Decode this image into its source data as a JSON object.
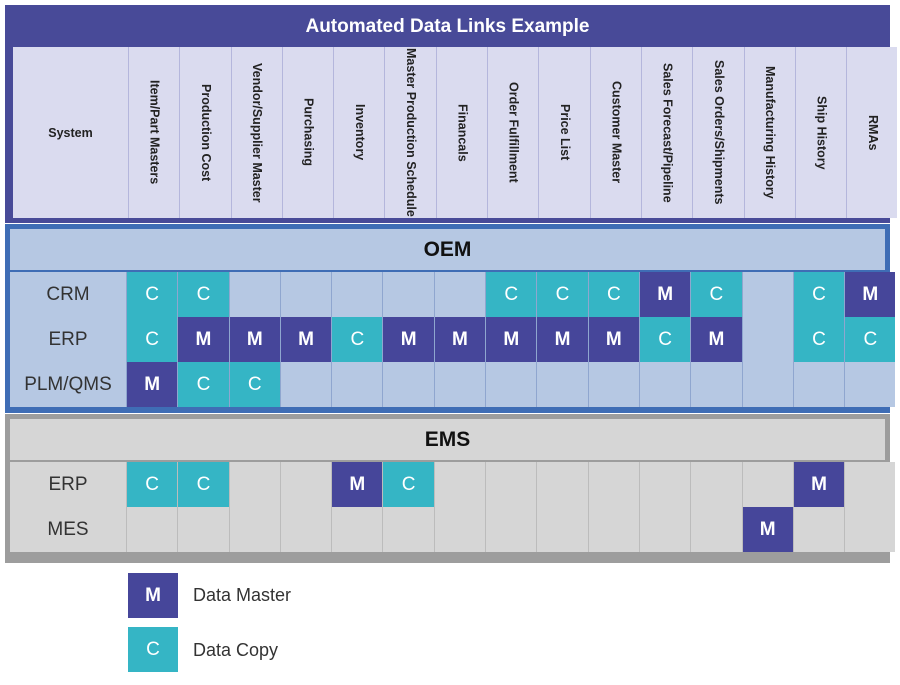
{
  "title": "Automated Data Links Example",
  "system_header": "System",
  "columns": [
    "Item/Part Masters",
    "Production Cost",
    "Vendor/Supplier Master",
    "Purchasing",
    "Inventory",
    "Master Production Schedule",
    "Financals",
    "Order Fulfillment",
    "Price List",
    "Customer Master",
    "Sales Forecast/Pipeline",
    "Sales Orders/Shipments",
    "Manufacturing History",
    "Ship History",
    "RMAs"
  ],
  "sections": [
    {
      "label": "OEM",
      "rows": [
        {
          "system": "CRM",
          "cells": [
            "C",
            "C",
            "",
            "",
            "",
            "",
            "",
            "C",
            "C",
            "C",
            "M",
            "C",
            "",
            "C",
            "M"
          ]
        },
        {
          "system": "ERP",
          "cells": [
            "C",
            "M",
            "M",
            "M",
            "C",
            "M",
            "M",
            "M",
            "M",
            "M",
            "C",
            "M",
            "",
            "C",
            "C"
          ]
        },
        {
          "system": "PLM/QMS",
          "cells": [
            "M",
            "C",
            "C",
            "",
            "",
            "",
            "",
            "",
            "",
            "",
            "",
            "",
            "",
            "",
            ""
          ]
        }
      ]
    },
    {
      "label": "EMS",
      "rows": [
        {
          "system": "ERP",
          "cells": [
            "C",
            "C",
            "",
            "",
            "M",
            "C",
            "",
            "",
            "",
            "",
            "",
            "",
            "",
            "M",
            ""
          ]
        },
        {
          "system": "MES",
          "cells": [
            "",
            "",
            "",
            "",
            "",
            "",
            "",
            "",
            "",
            "",
            "",
            "",
            "M",
            "",
            ""
          ]
        }
      ]
    }
  ],
  "legend": [
    {
      "code": "M",
      "label": "Data Master"
    },
    {
      "code": "C",
      "label": "Data Copy"
    }
  ],
  "colors": {
    "master": "#46469a",
    "copy": "#35b5c5",
    "oem_border": "#3f6db5",
    "ems_border": "#9d9d9d"
  }
}
